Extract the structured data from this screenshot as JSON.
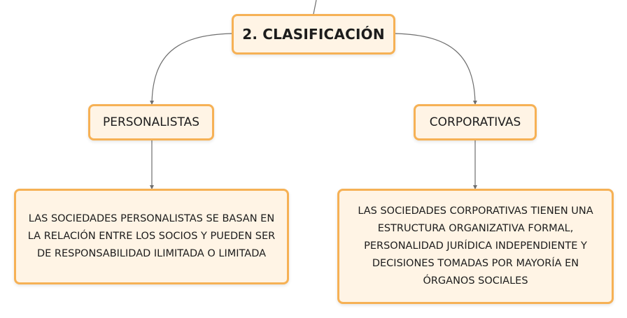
{
  "diagram": {
    "root": {
      "label": "2. CLASIFICACIÓN"
    },
    "branches": [
      {
        "label": "PERSONALISTAS",
        "description": "LAS SOCIEDADES PERSONALISTAS SE BASAN EN LA RELACIÓN ENTRE LOS SOCIOS Y PUEDEN SER DE RESPONSABILIDAD ILIMITADA O LIMITADA"
      },
      {
        "label": "CORPORATIVAS",
        "description": "LAS SOCIEDADES CORPORATIVAS TIENEN UNA ESTRUCTURA ORGANIZATIVA FORMAL, PERSONALIDAD JURÍDICA INDEPENDIENTE Y DECISIONES TOMADAS POR MAYORÍA EN ÓRGANOS SOCIALES"
      }
    ],
    "colors": {
      "node_fill": "#fff4e5",
      "node_border": "#f6b155",
      "connector": "#6e6e6e"
    }
  }
}
